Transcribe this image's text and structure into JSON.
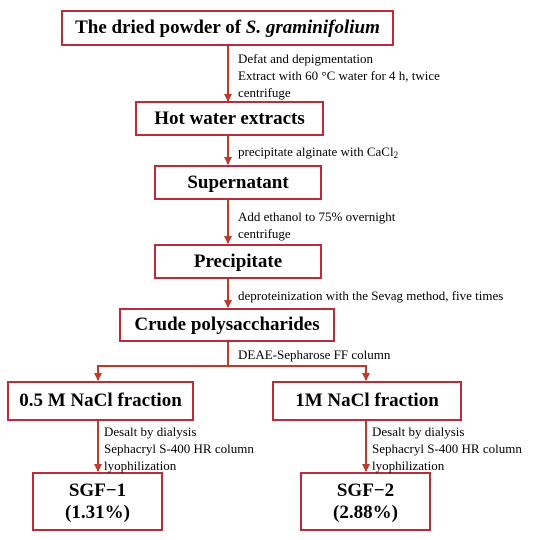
{
  "steps": {
    "dried_powder": {
      "label_prefix": "The dried powder of ",
      "label_species": "S. graminifolium"
    },
    "hot_water": {
      "label": "Hot water extracts"
    },
    "supernatant": {
      "label": "Supernatant"
    },
    "precipitate": {
      "label": "Precipitate"
    },
    "crude": {
      "label": "Crude polysaccharides"
    },
    "fraction_05": {
      "label": "0.5 M NaCl fraction"
    },
    "fraction_1": {
      "label": "1M NaCl fraction"
    },
    "sgf1": {
      "name": "SGF−1",
      "yield": "(1.31%)"
    },
    "sgf2": {
      "name": "SGF−2",
      "yield": "(2.88%)"
    }
  },
  "annotations": {
    "step1": [
      "Defat and depigmentation",
      "Extract with 60 °C water for 4 h, twice",
      "centrifuge"
    ],
    "step2": {
      "text": "precipitate alginate with CaCl",
      "subscript": "2"
    },
    "step3": [
      "Add ethanol to 75% overnight",
      "centrifuge"
    ],
    "step4": [
      "deproteinization with the Sevag method, five times"
    ],
    "step5": [
      "DEAE-Sepharose FF column"
    ],
    "step6_left": [
      "Desalt by dialysis",
      "Sephacryl S-400 HR column",
      "lyophilization"
    ],
    "step6_right": [
      "Desalt by dialysis",
      "Sephacryl S-400 HR column",
      "lyophilization"
    ]
  },
  "colors": {
    "border": "#b72e3a",
    "arrow": "#c0392b"
  }
}
